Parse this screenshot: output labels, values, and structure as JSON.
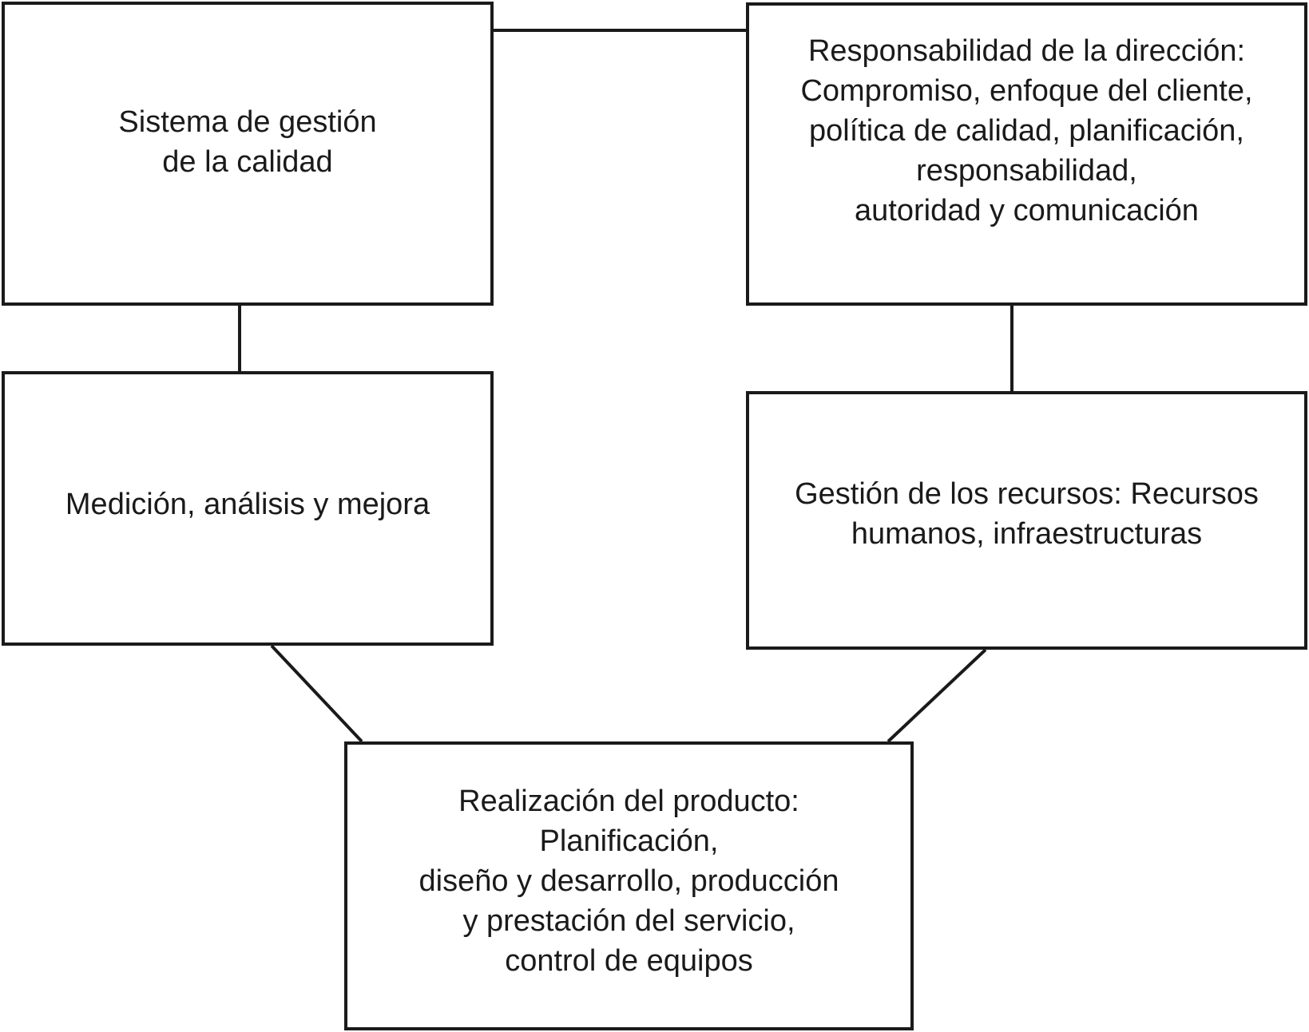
{
  "diagram": {
    "nodes": {
      "sistema": {
        "lines": [
          "Sistema de gestión",
          "de la calidad"
        ]
      },
      "responsabilidad": {
        "lines": [
          "Responsabilidad de la dirección:",
          "Compromiso, enfoque del cliente,",
          "política de calidad, planificación,",
          "responsabilidad,",
          "autoridad y comunicación"
        ]
      },
      "medicion": {
        "lines": [
          "Medición, análisis y mejora"
        ]
      },
      "recursos": {
        "lines": [
          "Gestión de los recursos: Recursos",
          "humanos, infraestructuras"
        ]
      },
      "realizacion": {
        "lines": [
          "Realización del producto:",
          "Planificación,",
          "diseño y desarrollo, producción",
          "y prestación del servicio,",
          "control de equipos"
        ]
      }
    },
    "edges": [
      [
        "sistema",
        "responsabilidad"
      ],
      [
        "responsabilidad",
        "recursos"
      ],
      [
        "recursos",
        "realizacion"
      ],
      [
        "realizacion",
        "medicion"
      ],
      [
        "medicion",
        "sistema"
      ]
    ],
    "colors": {
      "stroke": "#1a1a1a",
      "text": "#1a1a1a",
      "background": "#ffffff"
    }
  }
}
